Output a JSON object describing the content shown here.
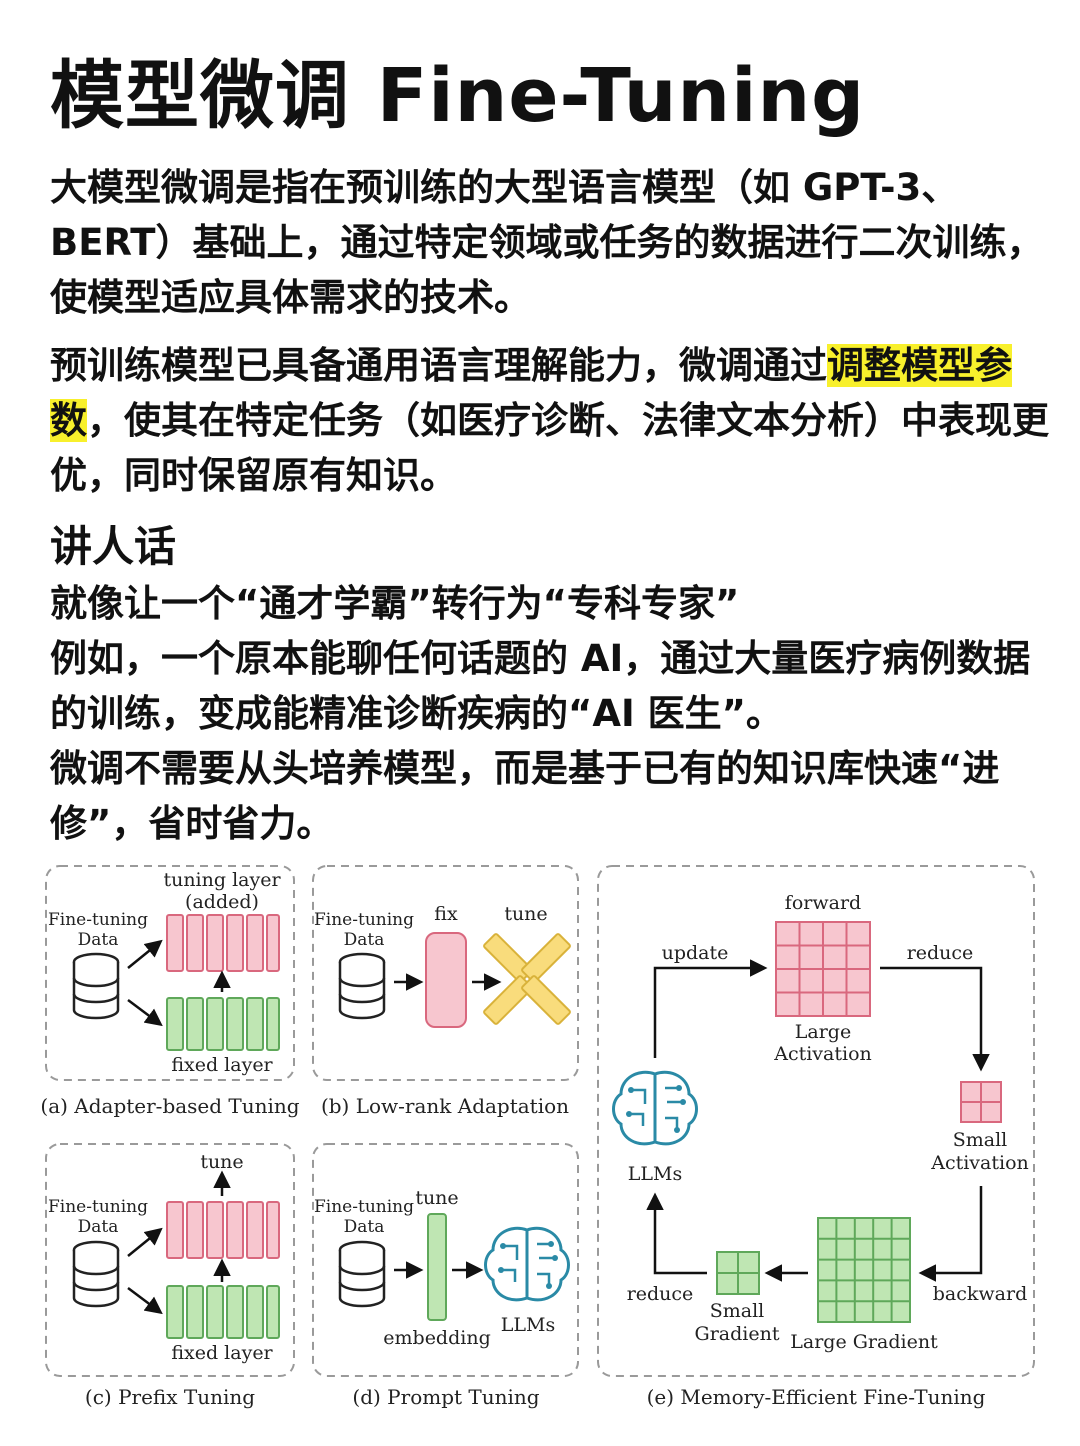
{
  "title": "模型微调 Fine-Tuning",
  "intro": {
    "p1": "大模型微调是指在预训练的大型语言模型（如 GPT-3、BERT）基础上，通过特定领域或任务的数据进行二次训练，使模型适应具体需求的技术。",
    "p2_before": "预训练模型已具备通用语言理解能力，微调通过",
    "p2_highlight": "调整模型参数",
    "p2_after": "，使其在特定任务（如医疗诊断、法律文本分析）中表现更优，同时保留原有知识。"
  },
  "plain_talk": {
    "heading": "讲人话",
    "lines": [
      "就像让一个“通才学霸”转行为“专科专家”",
      "例如，一个原本能聊任何话题的 AI，通过大量医疗病例数据的训练，变成能精准诊断疾病的“AI 医生”。",
      "微调不需要从头培养模型，而是基于已有的知识库快速“进修”，省时省力。"
    ]
  },
  "colors": {
    "highlight": "#f8f02c",
    "pink_fill": "#f7c6cf",
    "pink_stroke": "#d9687e",
    "green_fill": "#bfe6b3",
    "green_stroke": "#5fa85a",
    "yellow_fill": "#f9dc7c",
    "yellow_stroke": "#d9b23a",
    "teal_icon": "#2a8aa6"
  },
  "diagram": {
    "panel_a": {
      "caption": "(a) Adapter-based Tuning",
      "data_label_1": "Fine-tuning",
      "data_label_2": "Data",
      "top_label_1": "tuning layer",
      "top_label_2": "(added)",
      "bottom_label": "fixed layer",
      "icon": "database-icon"
    },
    "panel_b": {
      "caption": "(b) Low-rank Adaptation",
      "data_label_1": "Fine-tuning",
      "data_label_2": "Data",
      "fix_label": "fix",
      "tune_label": "tune"
    },
    "panel_c": {
      "caption": "(c) Prefix Tuning",
      "data_label_1": "Fine-tuning",
      "data_label_2": "Data",
      "top_label": "tune",
      "bottom_label": "fixed layer"
    },
    "panel_d": {
      "caption": "(d) Prompt Tuning",
      "data_label_1": "Fine-tuning",
      "data_label_2": "Data",
      "tune_label": "tune",
      "embedding_label": "embedding",
      "llm_label": "LLMs",
      "icon": "brain-icon"
    },
    "panel_e": {
      "caption": "(e) Memory-Efficient Fine-Tuning",
      "forward_label": "forward",
      "update_label": "update",
      "reduce_top_label": "reduce",
      "large_activation_1": "Large",
      "large_activation_2": "Activation",
      "small_activation_1": "Small",
      "small_activation_2": "Activation",
      "backward_label": "backward",
      "large_gradient": "Large Gradient",
      "small_gradient_1": "Small",
      "small_gradient_2": "Gradient",
      "reduce_bottom_label": "reduce",
      "llm_label": "LLMs",
      "icon": "brain-icon"
    }
  }
}
